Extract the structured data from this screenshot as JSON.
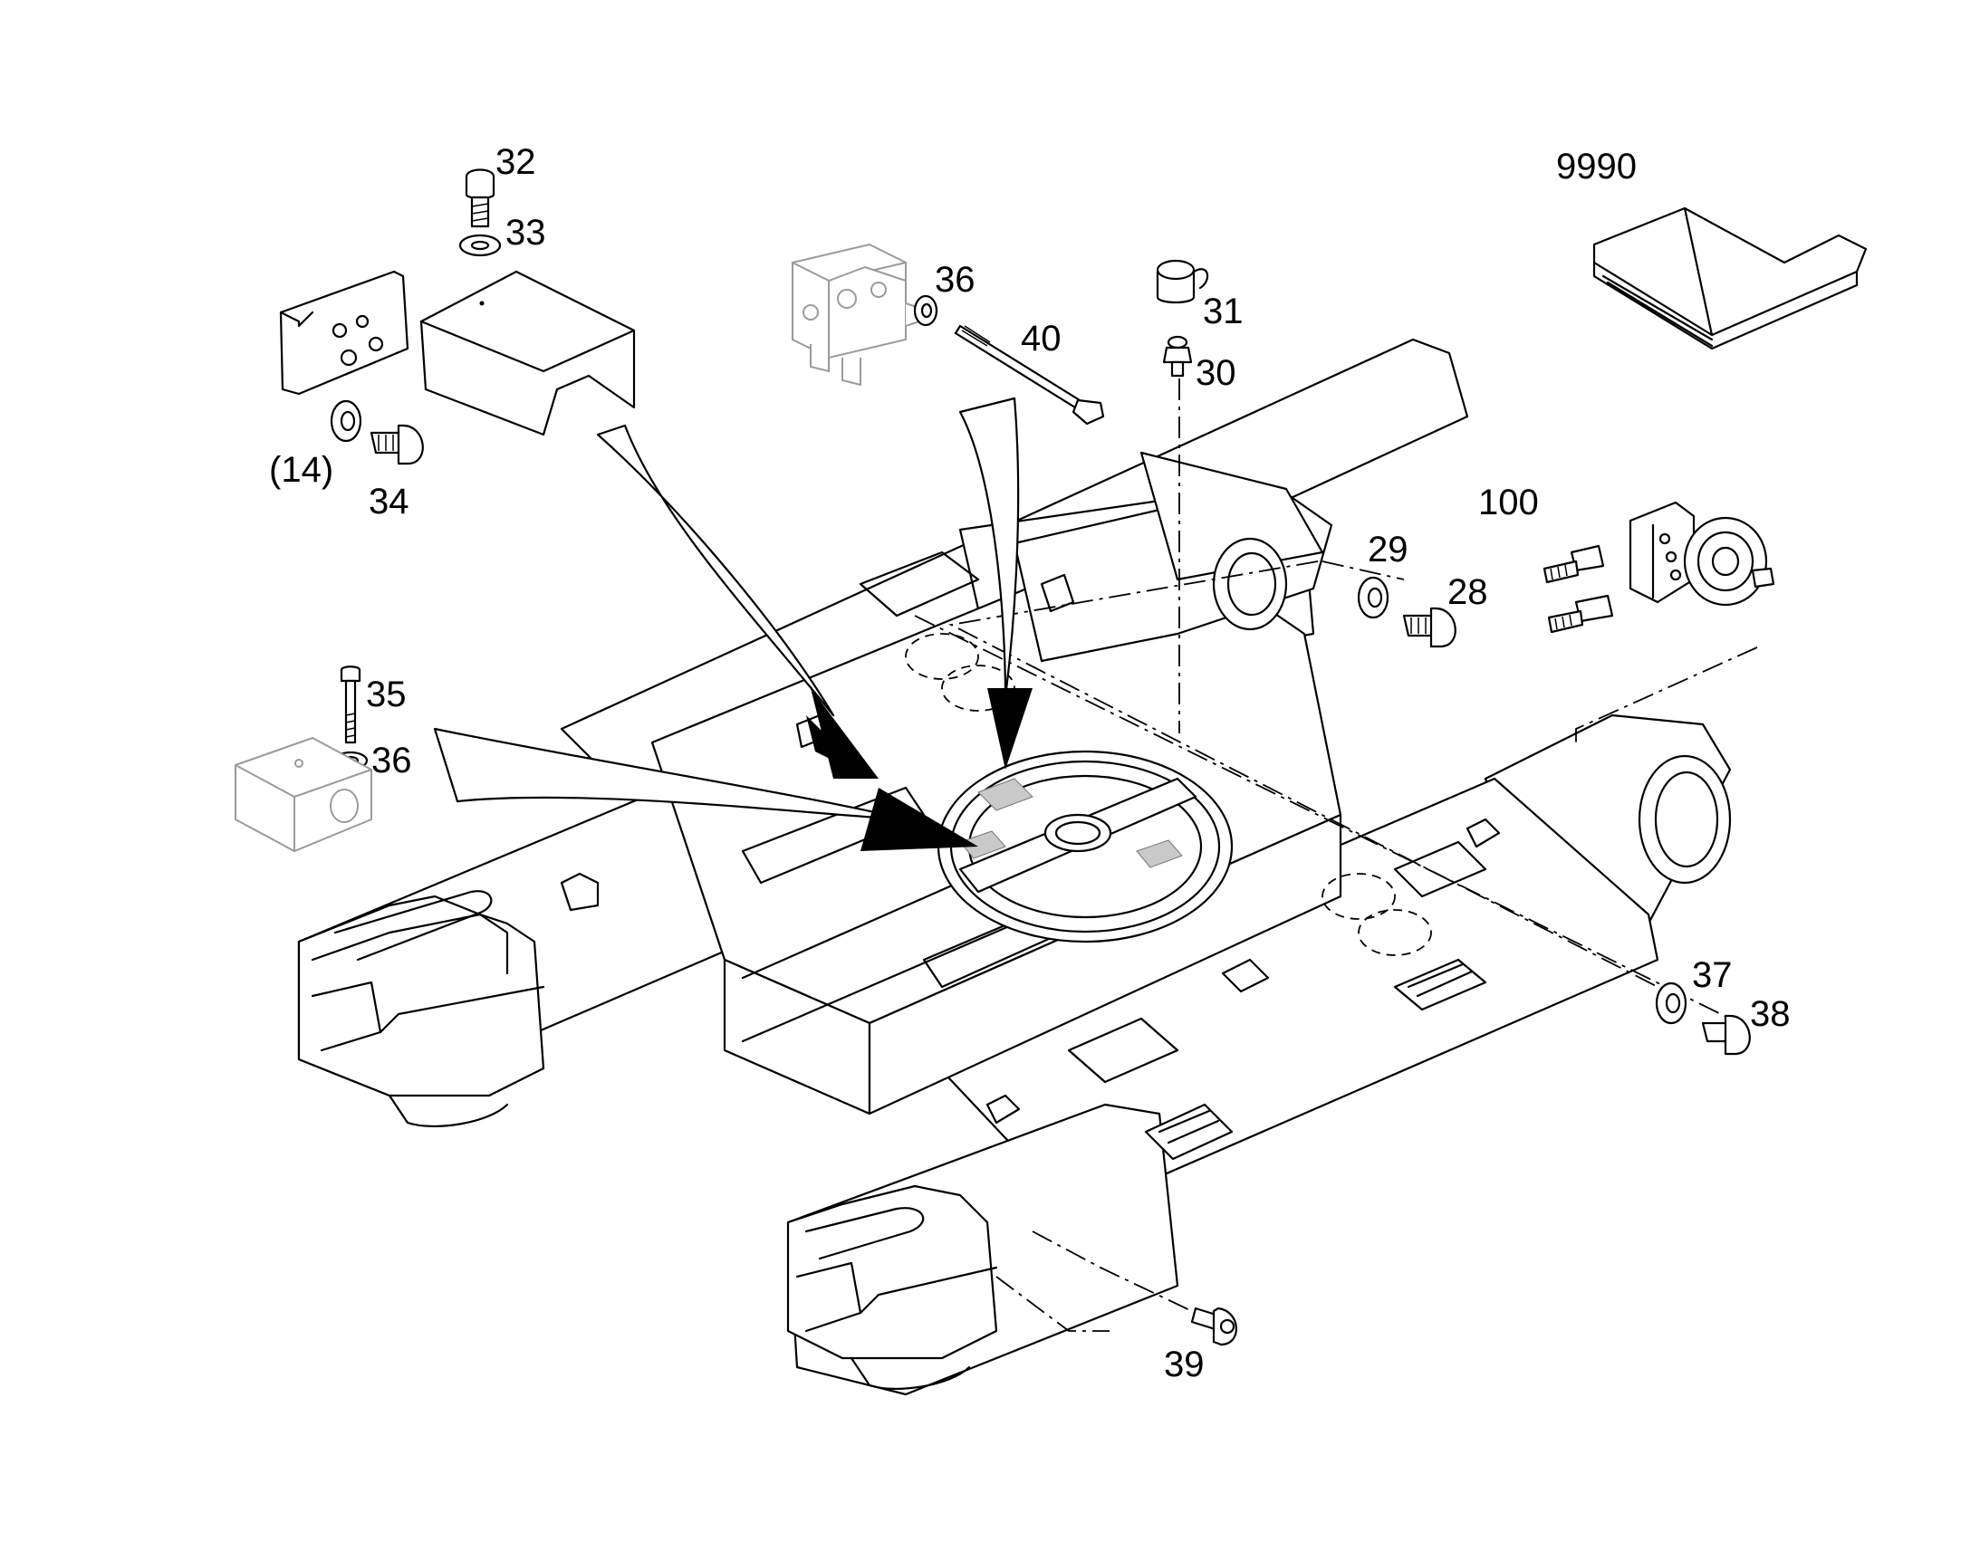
{
  "labels": {
    "l9990": "9990",
    "l32": "32",
    "l33": "33",
    "l14": "(14)",
    "l34": "34",
    "l36a": "36",
    "l40": "40",
    "l31": "31",
    "l30": "30",
    "l100": "100",
    "l29": "29",
    "l28": "28",
    "l35": "35",
    "l36b": "36",
    "l37": "37",
    "l38": "38",
    "l39": "39"
  }
}
